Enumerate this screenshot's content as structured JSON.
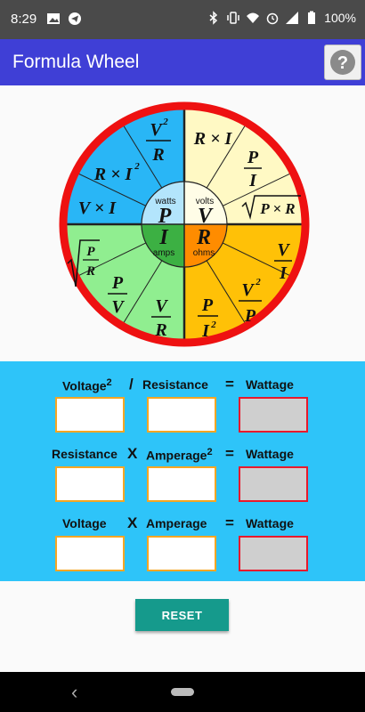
{
  "status": {
    "time": "8:29",
    "battery": "100%",
    "icons_left": [
      "image-icon",
      "telegram-icon"
    ],
    "icons_right": [
      "bluetooth-icon",
      "vibrate-icon",
      "wifi-icon",
      "alarm-icon",
      "signal-icon",
      "battery-icon"
    ]
  },
  "app": {
    "title": "Formula Wheel",
    "help_label": "?"
  },
  "wheel": {
    "center": {
      "watts_label": "watts",
      "watts_symbol": "P",
      "volts_label": "volts",
      "volts_symbol": "V",
      "amps_label": "amps",
      "amps_symbol": "I",
      "ohms_label": "ohms",
      "ohms_symbol": "R"
    },
    "colors": {
      "watts": "#29b6f6",
      "volts": "#fff9c4",
      "ohms": "#ffc107",
      "amps": "#90ee90",
      "rim": "#ee1111",
      "center_p": "#b3e5fc",
      "center_v": "#fffde7",
      "center_i": "#3cb043",
      "center_r": "#ff8c00"
    }
  },
  "calc": {
    "rows": [
      {
        "left_label": "Voltage",
        "left_sup": "2",
        "operator": "/",
        "right_label": "Resistance",
        "right_sup": "",
        "equals": "=",
        "result_label": "Wattage"
      },
      {
        "left_label": "Resistance",
        "left_sup": "",
        "operator": "X",
        "right_label": "Amperage",
        "right_sup": "2",
        "equals": "=",
        "result_label": "Wattage"
      },
      {
        "left_label": "Voltage",
        "left_sup": "",
        "operator": "X",
        "right_label": "Amperage",
        "right_sup": "",
        "equals": "=",
        "result_label": "Wattage"
      }
    ]
  },
  "reset_label": "RESET",
  "nav": {
    "back": "‹"
  }
}
